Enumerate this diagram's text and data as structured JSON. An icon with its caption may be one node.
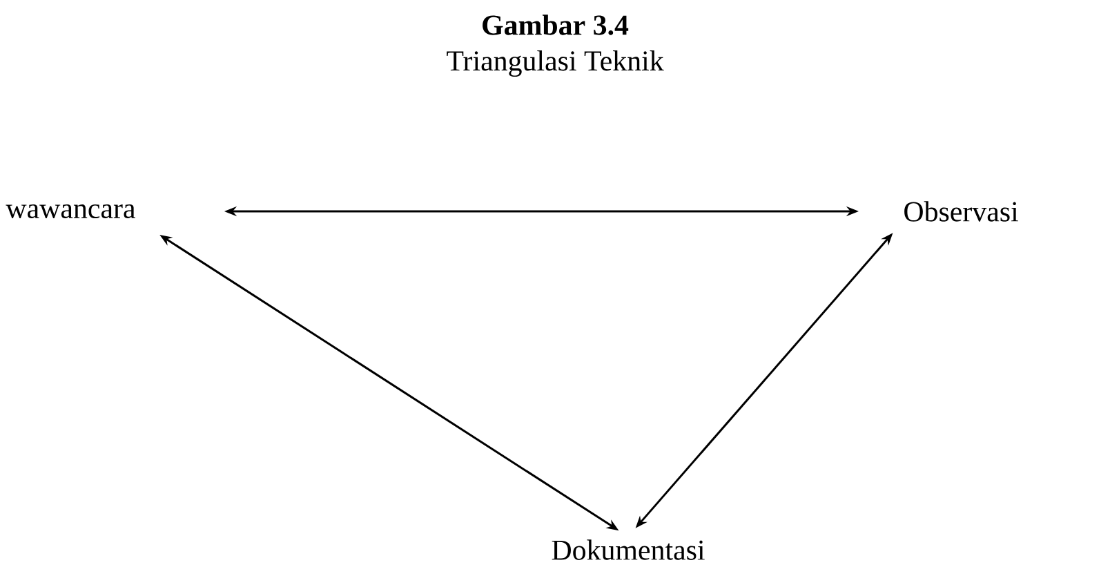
{
  "diagram": {
    "title": "Gambar 3.4",
    "nodes": [
      {
        "text": [
          "wawancara"
        ]
      },
      {
        "text": [
          "Observasi"
        ]
      },
      {
        "text": [
          "Dokumentasi"
        ]
      }
    ],
    "edges": [
      {
        "from": 0,
        "to": 1,
        "arrow": "both"
      },
      {
        "from": 0,
        "to": 2,
        "arrow": "both"
      },
      {
        "from": 1,
        "to": 2,
        "arrow": "both"
      }
    ],
    "labels": [
      "Triangulasi Teknik"
    ]
  }
}
